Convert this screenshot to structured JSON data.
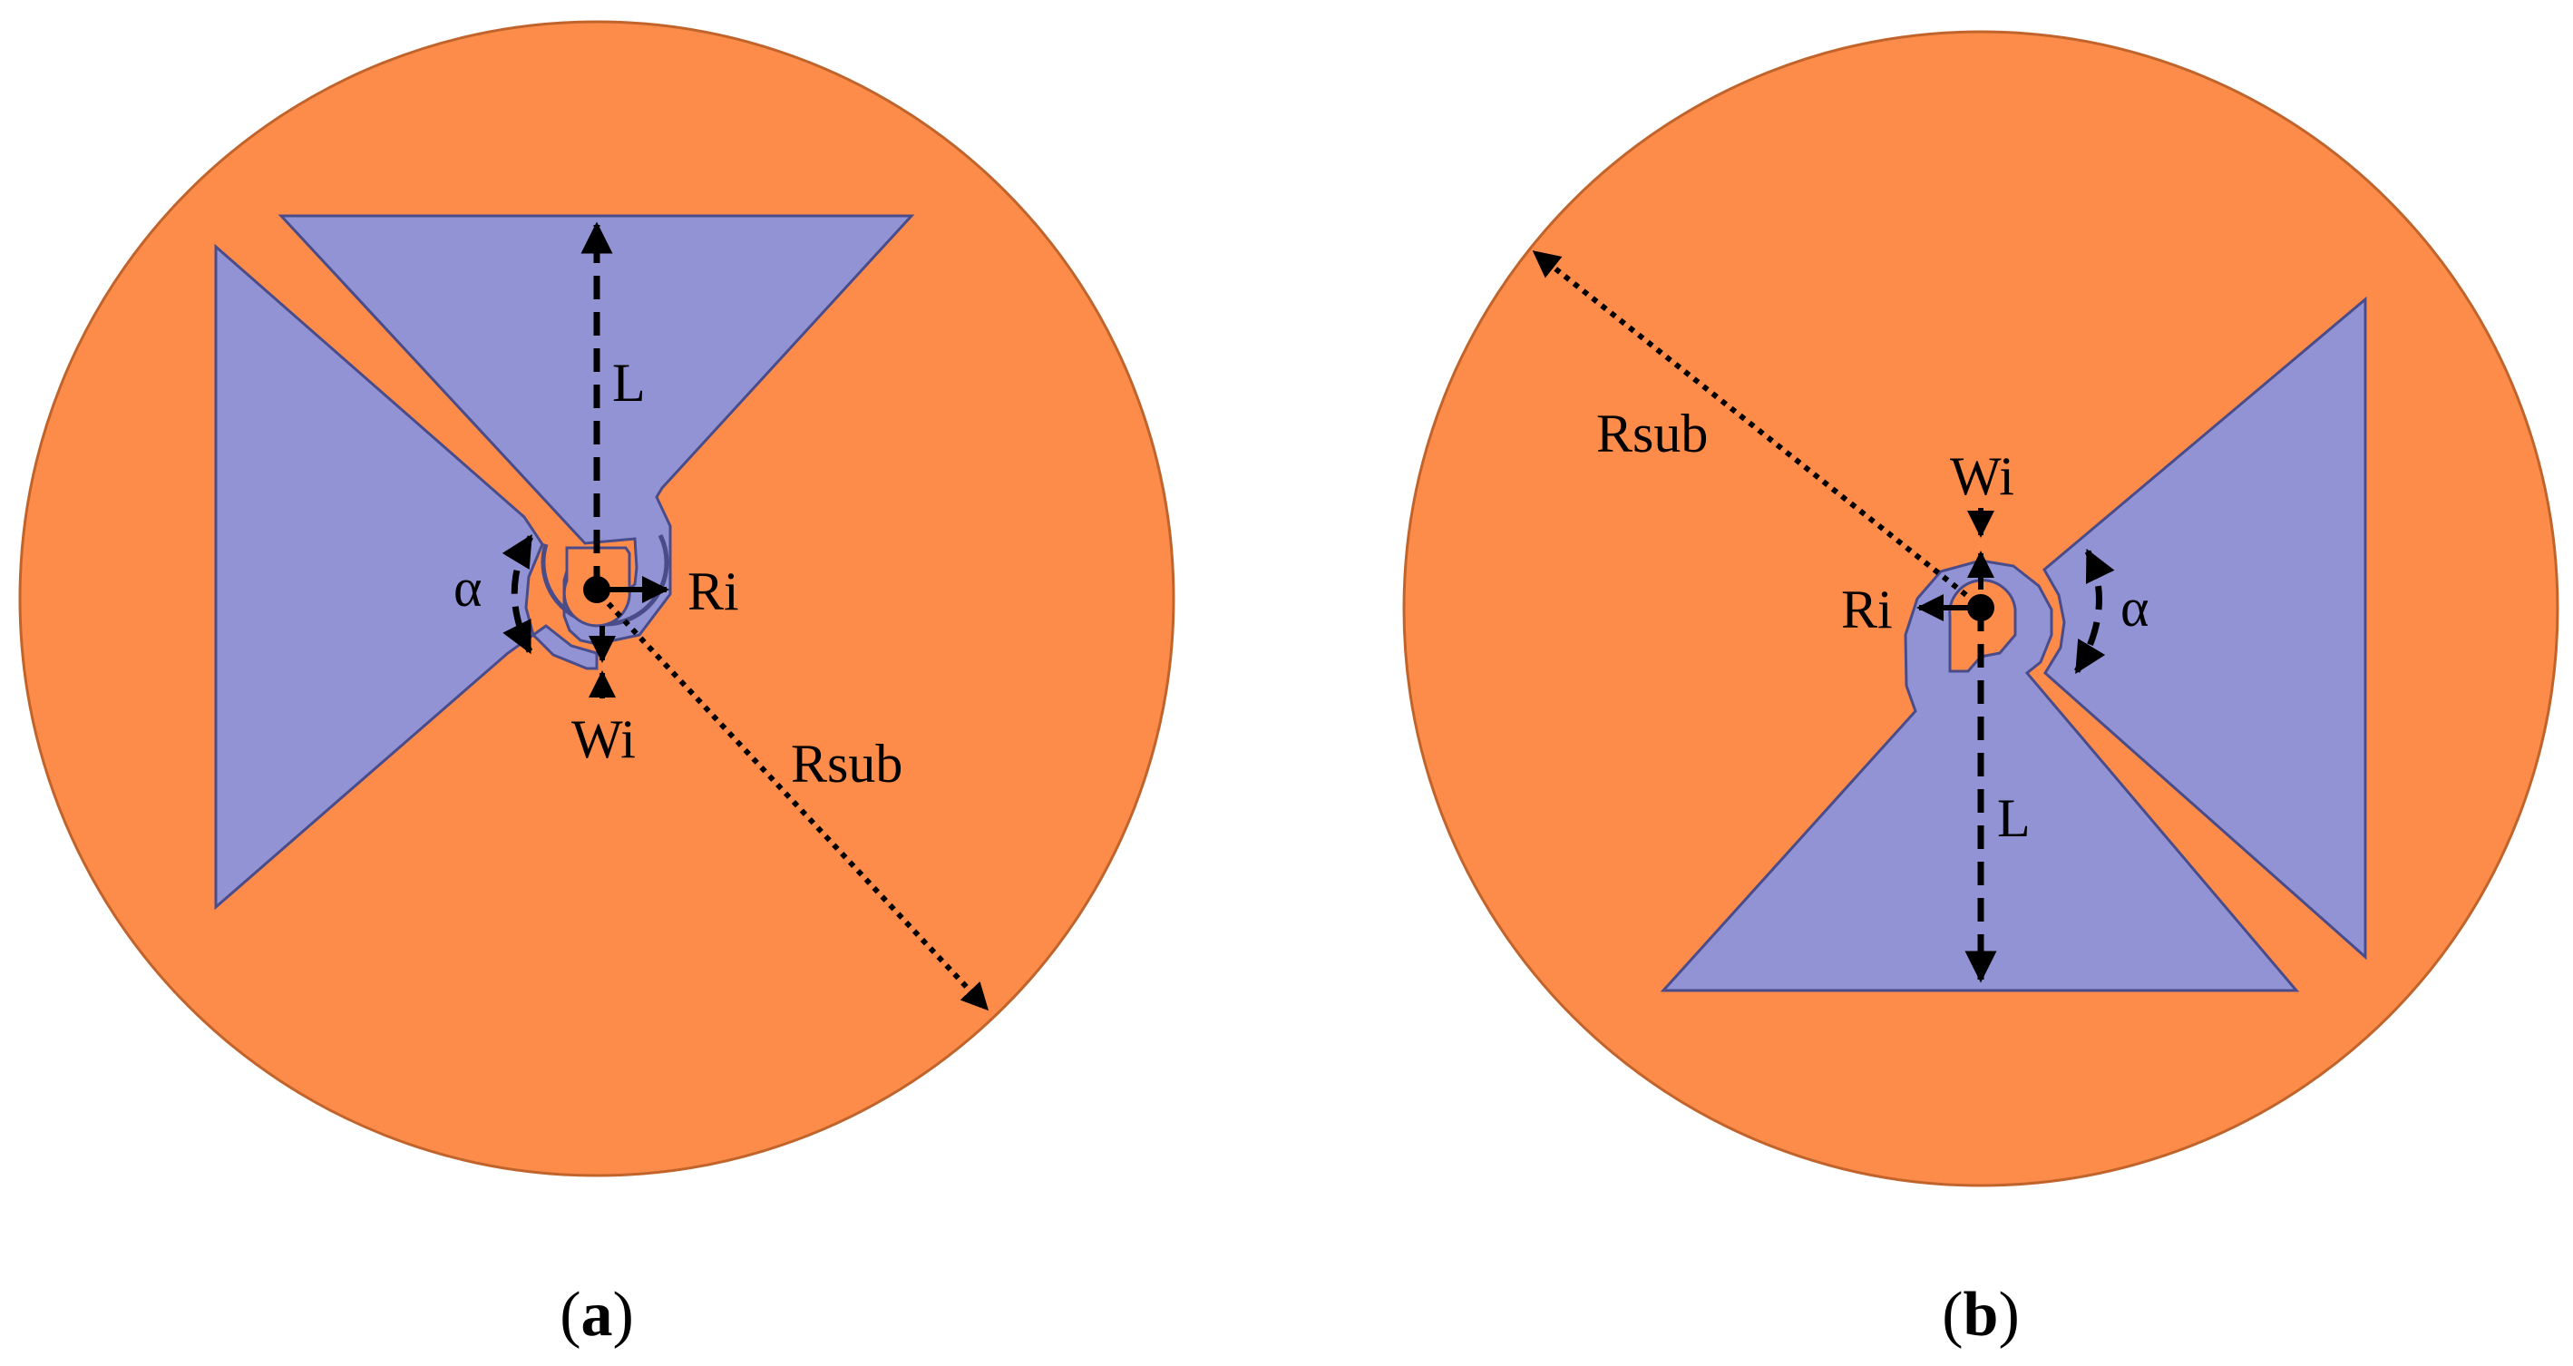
{
  "colors": {
    "substrate": "#FD8C4A",
    "substrate_edge": "#C0642C",
    "patch": "#9193D4",
    "patch_edge": "#4A4C8A",
    "annotation": "#000000"
  },
  "panel_a": {
    "labels": {
      "length": "L",
      "inner_radius": "Ri",
      "inner_width": "Wi",
      "angle": "α",
      "substrate_radius": "Rsub"
    },
    "caption": {
      "open": "(",
      "letter": "a",
      "close": ")"
    }
  },
  "panel_b": {
    "labels": {
      "length": "L",
      "inner_radius": "Ri",
      "inner_width": "Wi",
      "angle": "α",
      "substrate_radius": "Rsub"
    },
    "caption": {
      "open": "(",
      "letter": "b",
      "close": ")"
    }
  }
}
